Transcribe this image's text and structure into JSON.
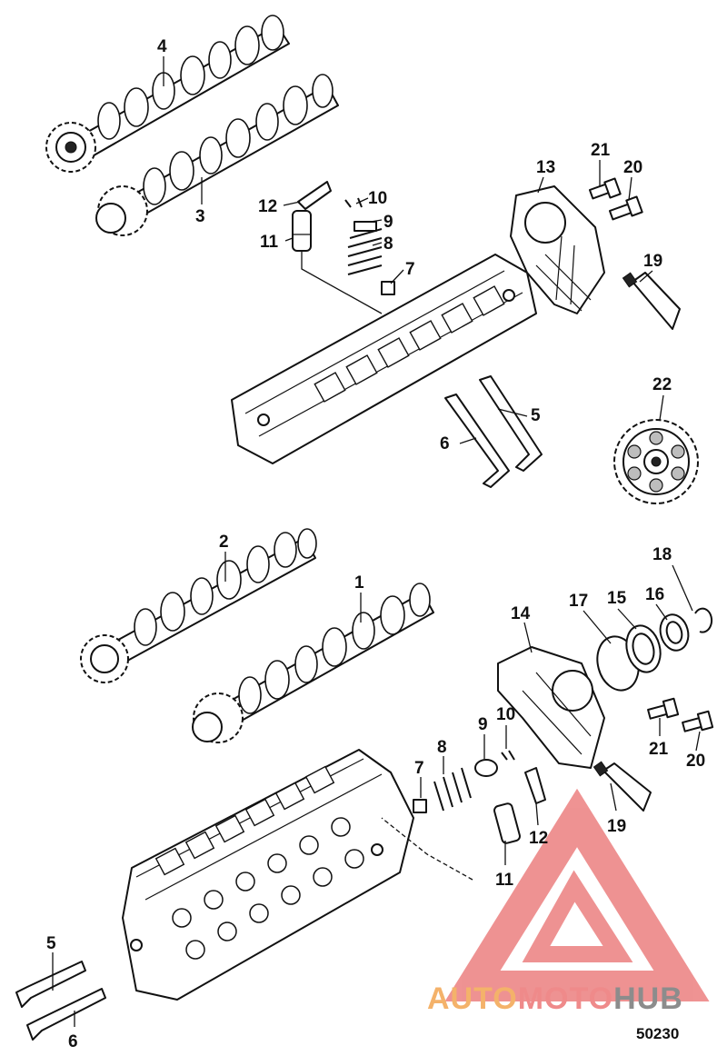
{
  "callouts": [
    {
      "id": "c4-top",
      "text": "4"
    },
    {
      "id": "c3-top",
      "text": "3"
    },
    {
      "id": "c12-top",
      "text": "12"
    },
    {
      "id": "c10-top",
      "text": "10"
    },
    {
      "id": "c9-top",
      "text": "9"
    },
    {
      "id": "c11-top",
      "text": "11"
    },
    {
      "id": "c8-top",
      "text": "8"
    },
    {
      "id": "c7-top",
      "text": "7"
    },
    {
      "id": "c13",
      "text": "13"
    },
    {
      "id": "c21-top",
      "text": "21"
    },
    {
      "id": "c20-top",
      "text": "20"
    },
    {
      "id": "c19-top",
      "text": "19"
    },
    {
      "id": "c22",
      "text": "22"
    },
    {
      "id": "c5-top",
      "text": "5"
    },
    {
      "id": "c6-top",
      "text": "6"
    },
    {
      "id": "c2",
      "text": "2"
    },
    {
      "id": "c1",
      "text": "1"
    },
    {
      "id": "c18",
      "text": "18"
    },
    {
      "id": "c17",
      "text": "17"
    },
    {
      "id": "c15",
      "text": "15"
    },
    {
      "id": "c16",
      "text": "16"
    },
    {
      "id": "c14",
      "text": "14"
    },
    {
      "id": "c9-bot",
      "text": "9"
    },
    {
      "id": "c10-bot",
      "text": "10"
    },
    {
      "id": "c8-bot",
      "text": "8"
    },
    {
      "id": "c7-bot",
      "text": "7"
    },
    {
      "id": "c21-bot",
      "text": "21"
    },
    {
      "id": "c20-bot",
      "text": "20"
    },
    {
      "id": "c19-bot",
      "text": "19"
    },
    {
      "id": "c12-bot",
      "text": "12"
    },
    {
      "id": "c11-bot",
      "text": "11"
    },
    {
      "id": "c5-bot",
      "text": "5"
    },
    {
      "id": "c6-bot",
      "text": "6"
    }
  ],
  "figure_number": "50230",
  "watermark": {
    "part1": "AUTO",
    "part2": "MOTO",
    "part3": "HUB",
    "color1": "#f4b26a",
    "color2": "#ef8a8a",
    "color3": "#8c8c8c",
    "logo_color": "#ec8080"
  }
}
